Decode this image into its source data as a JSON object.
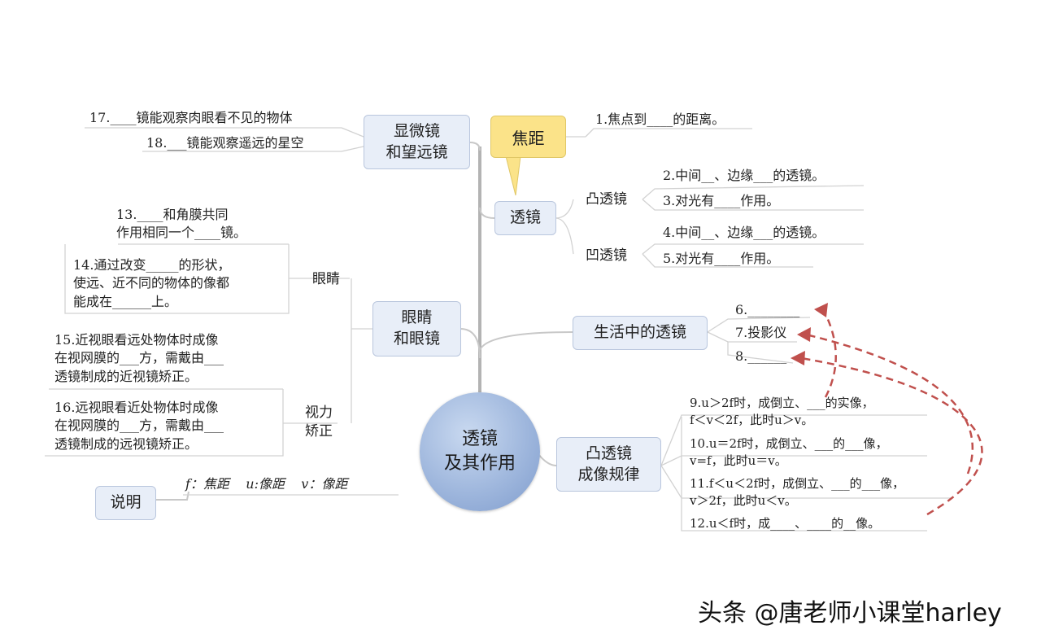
{
  "center": {
    "label": "透镜\n及其作用"
  },
  "branches": {
    "microscope": {
      "label": "显微镜\n和望远镜"
    },
    "lens": {
      "label": "透镜"
    },
    "focal": {
      "label": "焦距"
    },
    "eye": {
      "label": "眼睛\n和眼镜"
    },
    "life": {
      "label": "生活中的透镜"
    },
    "imaging": {
      "label": "凸透镜\n成像规律"
    },
    "legend": {
      "label": "说明"
    }
  },
  "sub_labels": {
    "convex": "凸透镜",
    "concave": "凹透镜",
    "eye_sub": "眼睛",
    "vision": "视力\n矫正"
  },
  "items": {
    "i1": "1.焦点到____的距离。",
    "i2": "2.中间__、边缘___的透镜。",
    "i3": "3.对光有____作用。",
    "i4": "4.中间__、边缘___的透镜。",
    "i5": "5.对光有____作用。",
    "i6": "6.________",
    "i7": "7.投影仪",
    "i8": "8.______",
    "i9": "9.u＞2f时，成倒立、___的实像，\n   f＜v＜2f，此时u＞v。",
    "i10": "10.u＝2f时，成倒立、___的___像，\n     v=f，此时u＝v。",
    "i11": "11.f＜u＜2f时，成倒立、___的___像，\n     v＞2f，此时u＜v。",
    "i12": "12.u＜f时，成____、____的__像。",
    "i13": "13.____和角膜共同\n作用相同一个____镜。",
    "i14": "14.通过改变_____的形状，\n使远、近不同的物体的像都\n能成在______上。",
    "i15": "15.近视眼看远处物体时成像\n在视网膜的___方，需戴由___\n透镜制成的近视镜矫正。",
    "i16": "16.远视眼看近处物体时成像\n在视网膜的___方，需戴由___\n透镜制成的远视镜矫正。",
    "i17": "17.____镜能观察肉眼看不见的物体",
    "i18": "18.___镜能观察遥远的星空"
  },
  "legend_text": "f：焦距    u:像距    v：像距",
  "watermark": "头条 @唐老师小课堂harley",
  "colors": {
    "node_fill": "#e8eef8",
    "line": "#b3b3b3",
    "arrow": "#c0504d",
    "callout": "#fbe389"
  }
}
